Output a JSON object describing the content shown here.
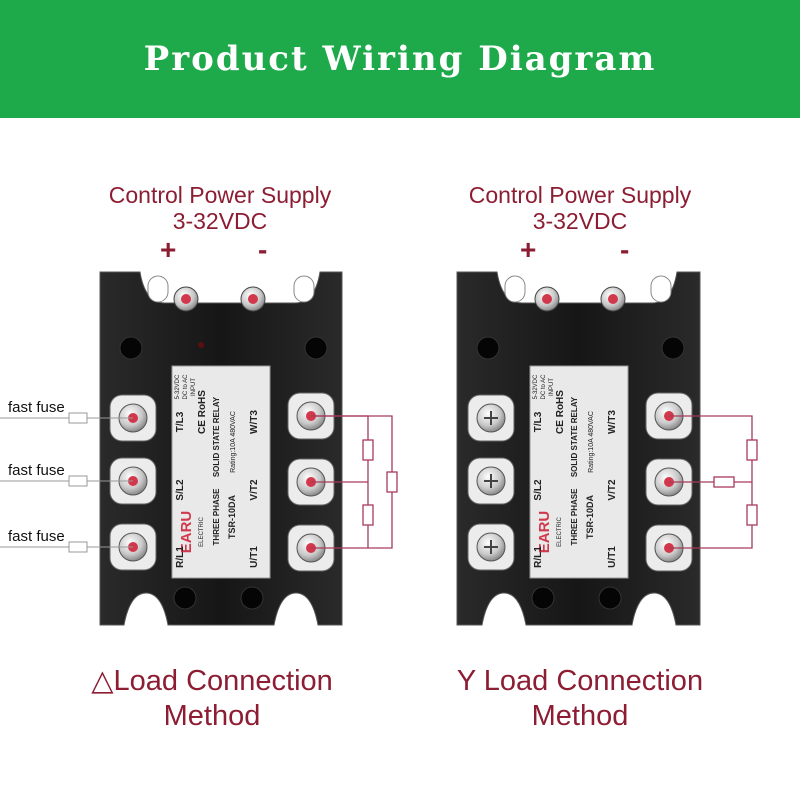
{
  "banner": {
    "title": "Product Wiring Diagram",
    "color": "#1eaa4b"
  },
  "accent_color": "#8c1d33",
  "left": {
    "supply_line1": "Control Power Supply",
    "supply_line2": "3-32VDC",
    "plus": "+",
    "minus": "-",
    "fuse_labels": [
      "fast fuse",
      "fast fuse",
      "fast fuse"
    ],
    "method_line1": "△Load Connection",
    "method_line2": "Method"
  },
  "right": {
    "supply_line1": "Control Power Supply",
    "supply_line2": "3-32VDC",
    "plus": "+",
    "minus": "-",
    "method_line1": "Y Load Connection",
    "method_line2": "Method"
  },
  "relay": {
    "input_label": "INPUT",
    "input_range": "5-32VDC",
    "input_type": "DC to AC",
    "brand": "EARU",
    "brand_sub": "ELECTRIC",
    "type_line1": "THREE PHASE",
    "type_line2": "SOLID STATE RELAY",
    "rating": "Rating:10A 480VAC",
    "model": "TSR-10DA",
    "ce_rohs": "CE RoHS",
    "left_terminals": [
      "R/L1",
      "S/L2",
      "T/L3"
    ],
    "right_terminals": [
      "U/T1",
      "V/T2",
      "W/T3"
    ]
  }
}
